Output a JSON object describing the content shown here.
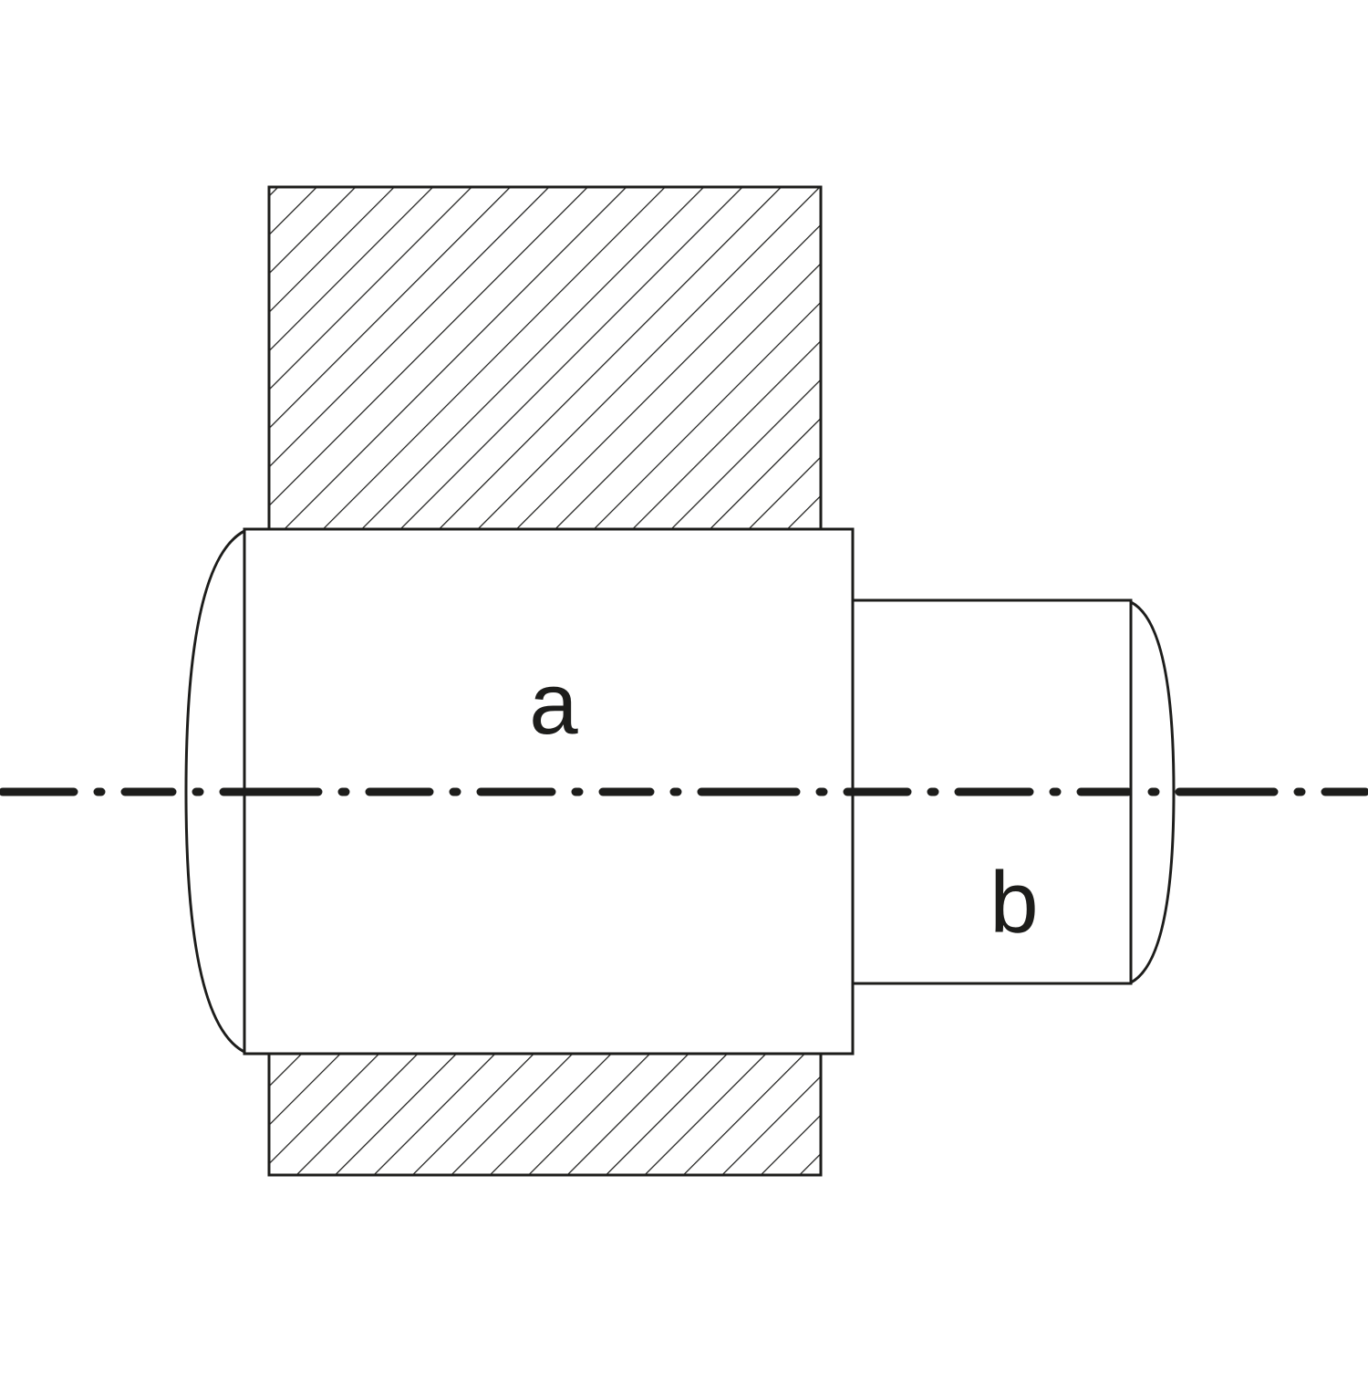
{
  "figure": {
    "type": "technical-section-diagram",
    "labels": {
      "part_a": "a",
      "part_b": "b"
    }
  },
  "colors": {
    "ink": "#1d1d1b",
    "paper": "#ffffff"
  }
}
